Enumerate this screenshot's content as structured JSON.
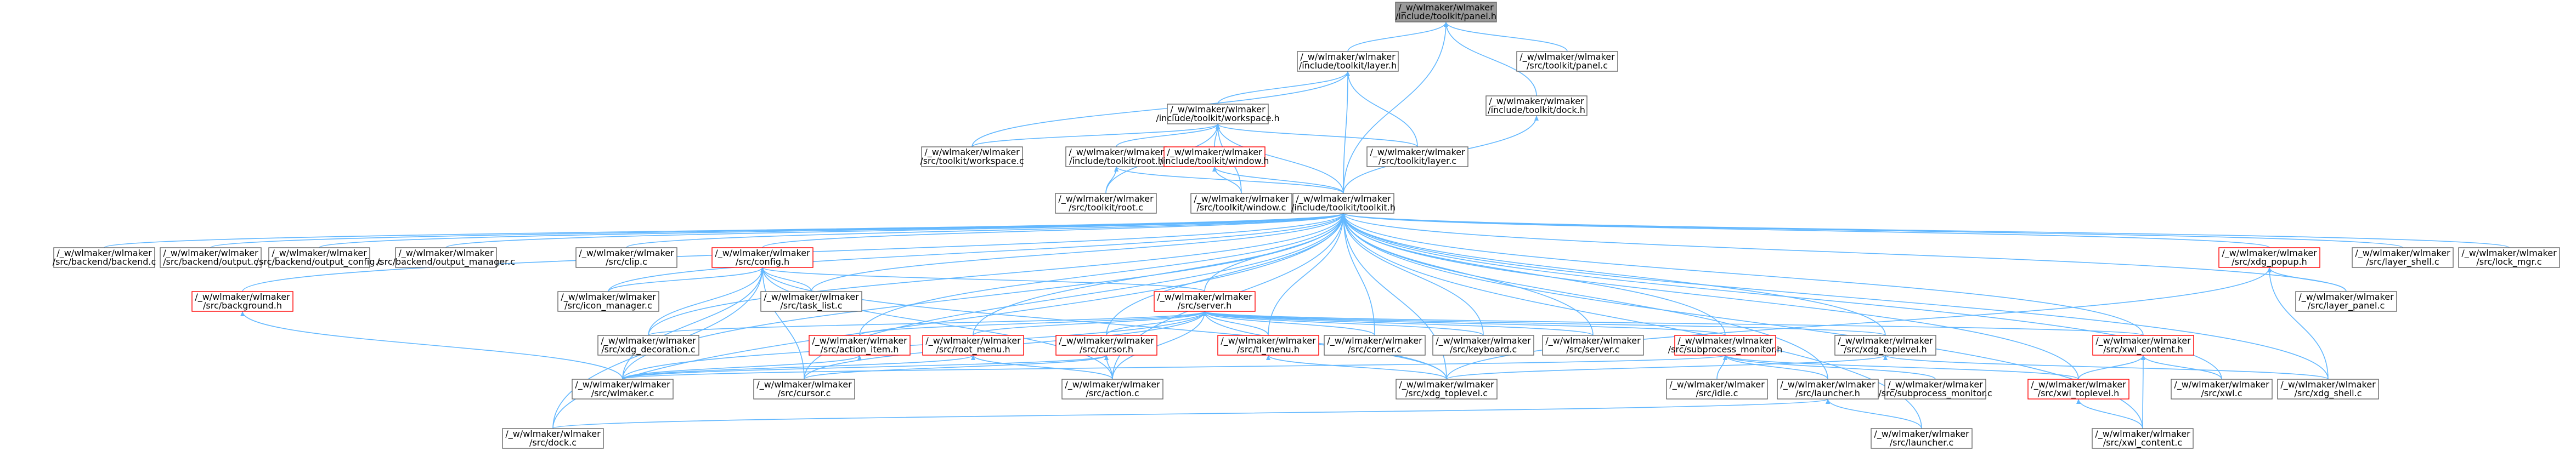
{
  "colors": {
    "edge": "#63b8ff",
    "box_border_default": "#666666",
    "box_border_red": "#ff0000",
    "box_fill": "#ffffff",
    "root_fill": "#999999",
    "text": "#000000"
  },
  "nodes": [
    {
      "id": "panel_h",
      "lines": [
        "/_w/wlmaker/wlmaker",
        "/include/toolkit/panel.h"
      ],
      "style": "root"
    },
    {
      "id": "panel_c",
      "lines": [
        "/_w/wlmaker/wlmaker",
        "/src/toolkit/panel.c"
      ],
      "style": "normal"
    },
    {
      "id": "layer_h",
      "lines": [
        "/_w/wlmaker/wlmaker",
        "/include/toolkit/layer.h"
      ],
      "style": "normal"
    },
    {
      "id": "workspace_h",
      "lines": [
        "/_w/wlmaker/wlmaker",
        "/include/toolkit/workspace.h"
      ],
      "style": "normal"
    },
    {
      "id": "dock_h",
      "lines": [
        "/_w/wlmaker/wlmaker",
        "/include/toolkit/dock.h"
      ],
      "style": "normal"
    },
    {
      "id": "workspace_c",
      "lines": [
        "/_w/wlmaker/wlmaker",
        "/src/toolkit/workspace.c"
      ],
      "style": "normal"
    },
    {
      "id": "root_h",
      "lines": [
        "/_w/wlmaker/wlmaker",
        "/include/toolkit/root.h"
      ],
      "style": "normal"
    },
    {
      "id": "window_h",
      "lines": [
        "/_w/wlmaker/wlmaker",
        "/include/toolkit/window.h"
      ],
      "style": "red"
    },
    {
      "id": "layer_c",
      "lines": [
        "/_w/wlmaker/wlmaker",
        "/src/toolkit/layer.c"
      ],
      "style": "normal"
    },
    {
      "id": "root_c",
      "lines": [
        "/_w/wlmaker/wlmaker",
        "/src/toolkit/root.c"
      ],
      "style": "normal"
    },
    {
      "id": "window_c",
      "lines": [
        "/_w/wlmaker/wlmaker",
        "/src/toolkit/window.c"
      ],
      "style": "normal"
    },
    {
      "id": "toolkit_h",
      "lines": [
        "/_w/wlmaker/wlmaker",
        "/include/toolkit/toolkit.h"
      ],
      "style": "normal"
    },
    {
      "id": "backend_c",
      "lines": [
        "/_w/wlmaker/wlmaker",
        "/src/backend/backend.c"
      ],
      "style": "normal"
    },
    {
      "id": "output_c",
      "lines": [
        "/_w/wlmaker/wlmaker",
        "/src/backend/output.c"
      ],
      "style": "normal"
    },
    {
      "id": "output_config_c",
      "lines": [
        "/_w/wlmaker/wlmaker",
        "/src/backend/output_config.c"
      ],
      "style": "normal"
    },
    {
      "id": "output_manager_c",
      "lines": [
        "/_w/wlmaker/wlmaker",
        "/src/backend/output_manager.c"
      ],
      "style": "normal"
    },
    {
      "id": "clip_c",
      "lines": [
        "/_w/wlmaker/wlmaker",
        "/src/clip.c"
      ],
      "style": "normal"
    },
    {
      "id": "config_h",
      "lines": [
        "/_w/wlmaker/wlmaker",
        "/src/config.h"
      ],
      "style": "red"
    },
    {
      "id": "background_h",
      "lines": [
        "/_w/wlmaker/wlmaker",
        "/src/background.h"
      ],
      "style": "red"
    },
    {
      "id": "icon_manager_c",
      "lines": [
        "/_w/wlmaker/wlmaker",
        "/src/icon_manager.c"
      ],
      "style": "normal"
    },
    {
      "id": "task_list_c",
      "lines": [
        "/_w/wlmaker/wlmaker",
        "/src/task_list.c"
      ],
      "style": "normal"
    },
    {
      "id": "server_h",
      "lines": [
        "/_w/wlmaker/wlmaker",
        "/src/server.h"
      ],
      "style": "red"
    },
    {
      "id": "xdg_popup_h",
      "lines": [
        "/_w/wlmaker/wlmaker",
        "/src/xdg_popup.h"
      ],
      "style": "red"
    },
    {
      "id": "layer_shell_c",
      "lines": [
        "/_w/wlmaker/wlmaker",
        "/src/layer_shell.c"
      ],
      "style": "normal"
    },
    {
      "id": "lock_mgr_c",
      "lines": [
        "/_w/wlmaker/wlmaker",
        "/src/lock_mgr.c"
      ],
      "style": "normal"
    },
    {
      "id": "layer_panel_c",
      "lines": [
        "/_w/wlmaker/wlmaker",
        "/src/layer_panel.c"
      ],
      "style": "normal"
    },
    {
      "id": "xdg_decoration_c",
      "lines": [
        "/_w/wlmaker/wlmaker",
        "/src/xdg_decoration.c"
      ],
      "style": "normal"
    },
    {
      "id": "action_item_h",
      "lines": [
        "/_w/wlmaker/wlmaker",
        "/src/action_item.h"
      ],
      "style": "red"
    },
    {
      "id": "root_menu_h",
      "lines": [
        "/_w/wlmaker/wlmaker",
        "/src/root_menu.h"
      ],
      "style": "red"
    },
    {
      "id": "cursor_h",
      "lines": [
        "/_w/wlmaker/wlmaker",
        "/src/cursor.h"
      ],
      "style": "red"
    },
    {
      "id": "tl_menu_h",
      "lines": [
        "/_w/wlmaker/wlmaker",
        "/src/tl_menu.h"
      ],
      "style": "red"
    },
    {
      "id": "corner_c",
      "lines": [
        "/_w/wlmaker/wlmaker",
        "/src/corner.c"
      ],
      "style": "normal"
    },
    {
      "id": "keyboard_c",
      "lines": [
        "/_w/wlmaker/wlmaker",
        "/src/keyboard.c"
      ],
      "style": "normal"
    },
    {
      "id": "server_c",
      "lines": [
        "/_w/wlmaker/wlmaker",
        "/src/server.c"
      ],
      "style": "normal"
    },
    {
      "id": "subprocess_monitor_h",
      "lines": [
        "/_w/wlmaker/wlmaker",
        "/src/subprocess_monitor.h"
      ],
      "style": "red"
    },
    {
      "id": "xdg_toplevel_h",
      "lines": [
        "/_w/wlmaker/wlmaker",
        "/src/xdg_toplevel.h"
      ],
      "style": "normal"
    },
    {
      "id": "xwl_content_h",
      "lines": [
        "/_w/wlmaker/wlmaker",
        "/src/xwl_content.h"
      ],
      "style": "red"
    },
    {
      "id": "wlmaker_c",
      "lines": [
        "/_w/wlmaker/wlmaker",
        "/src/wlmaker.c"
      ],
      "style": "normal"
    },
    {
      "id": "cursor_c",
      "lines": [
        "/_w/wlmaker/wlmaker",
        "/src/cursor.c"
      ],
      "style": "normal"
    },
    {
      "id": "action_c",
      "lines": [
        "/_w/wlmaker/wlmaker",
        "/src/action.c"
      ],
      "style": "normal"
    },
    {
      "id": "xdg_toplevel_c",
      "lines": [
        "/_w/wlmaker/wlmaker",
        "/src/xdg_toplevel.c"
      ],
      "style": "normal"
    },
    {
      "id": "idle_c",
      "lines": [
        "/_w/wlmaker/wlmaker",
        "/src/idle.c"
      ],
      "style": "normal"
    },
    {
      "id": "launcher_h",
      "lines": [
        "/_w/wlmaker/wlmaker",
        "/src/launcher.h"
      ],
      "style": "normal"
    },
    {
      "id": "subprocess_monitor_c",
      "lines": [
        "/_w/wlmaker/wlmaker",
        "/src/subprocess_monitor.c"
      ],
      "style": "normal"
    },
    {
      "id": "xwl_toplevel_h",
      "lines": [
        "/_w/wlmaker/wlmaker",
        "/src/xwl_toplevel.h"
      ],
      "style": "red"
    },
    {
      "id": "xwl_c",
      "lines": [
        "/_w/wlmaker/wlmaker",
        "/src/xwl.c"
      ],
      "style": "normal"
    },
    {
      "id": "xdg_shell_c",
      "lines": [
        "/_w/wlmaker/wlmaker",
        "/src/xdg_shell.c"
      ],
      "style": "normal"
    },
    {
      "id": "dock_c",
      "lines": [
        "/_w/wlmaker/wlmaker",
        "/src/dock.c"
      ],
      "style": "normal"
    },
    {
      "id": "launcher_c",
      "lines": [
        "/_w/wlmaker/wlmaker",
        "/src/launcher.c"
      ],
      "style": "normal"
    },
    {
      "id": "xwl_content_c",
      "lines": [
        "/_w/wlmaker/wlmaker",
        "/src/xwl_content.c"
      ],
      "style": "normal"
    }
  ],
  "edges": [
    [
      "layer_h",
      "panel_h"
    ],
    [
      "workspace_h",
      "layer_h"
    ],
    [
      "dock_h",
      "panel_h"
    ],
    [
      "panel_c",
      "panel_h"
    ],
    [
      "toolkit_h",
      "panel_h"
    ],
    [
      "workspace_c",
      "layer_h"
    ],
    [
      "layer_c",
      "layer_h"
    ],
    [
      "toolkit_h",
      "layer_h"
    ],
    [
      "workspace_c",
      "workspace_h"
    ],
    [
      "root_h",
      "workspace_h"
    ],
    [
      "window_h",
      "workspace_h"
    ],
    [
      "layer_c",
      "workspace_h"
    ],
    [
      "toolkit_h",
      "workspace_h"
    ],
    [
      "root_c",
      "workspace_h"
    ],
    [
      "window_c",
      "workspace_h"
    ],
    [
      "toolkit_h",
      "dock_h"
    ],
    [
      "root_c",
      "root_h"
    ],
    [
      "toolkit_h",
      "root_h"
    ],
    [
      "window_c",
      "window_h"
    ],
    [
      "toolkit_h",
      "window_h"
    ],
    [
      "backend_c",
      "toolkit_h"
    ],
    [
      "output_c",
      "toolkit_h"
    ],
    [
      "output_config_c",
      "toolkit_h"
    ],
    [
      "output_manager_c",
      "toolkit_h"
    ],
    [
      "clip_c",
      "toolkit_h"
    ],
    [
      "config_h",
      "toolkit_h"
    ],
    [
      "background_h",
      "toolkit_h"
    ],
    [
      "icon_manager_c",
      "toolkit_h"
    ],
    [
      "task_list_c",
      "toolkit_h"
    ],
    [
      "server_h",
      "toolkit_h"
    ],
    [
      "xdg_popup_h",
      "toolkit_h"
    ],
    [
      "layer_shell_c",
      "toolkit_h"
    ],
    [
      "lock_mgr_c",
      "toolkit_h"
    ],
    [
      "layer_panel_c",
      "toolkit_h"
    ],
    [
      "xdg_decoration_c",
      "toolkit_h"
    ],
    [
      "action_item_h",
      "toolkit_h"
    ],
    [
      "root_menu_h",
      "toolkit_h"
    ],
    [
      "cursor_h",
      "toolkit_h"
    ],
    [
      "tl_menu_h",
      "toolkit_h"
    ],
    [
      "corner_c",
      "toolkit_h"
    ],
    [
      "keyboard_c",
      "toolkit_h"
    ],
    [
      "server_c",
      "toolkit_h"
    ],
    [
      "subprocess_monitor_h",
      "toolkit_h"
    ],
    [
      "xdg_toplevel_h",
      "toolkit_h"
    ],
    [
      "xwl_content_h",
      "toolkit_h"
    ],
    [
      "wlmaker_c",
      "toolkit_h"
    ],
    [
      "cursor_c",
      "toolkit_h"
    ],
    [
      "action_c",
      "toolkit_h"
    ],
    [
      "xdg_toplevel_c",
      "toolkit_h"
    ],
    [
      "launcher_h",
      "toolkit_h"
    ],
    [
      "xwl_toplevel_h",
      "toolkit_h"
    ],
    [
      "xwl_c",
      "toolkit_h"
    ],
    [
      "xdg_shell_c",
      "toolkit_h"
    ],
    [
      "dock_c",
      "toolkit_h"
    ],
    [
      "launcher_c",
      "toolkit_h"
    ],
    [
      "xwl_content_c",
      "toolkit_h"
    ],
    [
      "icon_manager_c",
      "config_h"
    ],
    [
      "task_list_c",
      "config_h"
    ],
    [
      "server_h",
      "config_h"
    ],
    [
      "xdg_decoration_c",
      "config_h"
    ],
    [
      "wlmaker_c",
      "config_h"
    ],
    [
      "cursor_c",
      "config_h"
    ],
    [
      "action_c",
      "config_h"
    ],
    [
      "dock_c",
      "config_h"
    ],
    [
      "xdg_toplevel_c",
      "config_h"
    ],
    [
      "wlmaker_c",
      "background_h"
    ],
    [
      "action_item_h",
      "server_h"
    ],
    [
      "root_menu_h",
      "server_h"
    ],
    [
      "cursor_h",
      "server_h"
    ],
    [
      "tl_menu_h",
      "server_h"
    ],
    [
      "corner_c",
      "server_h"
    ],
    [
      "keyboard_c",
      "server_h"
    ],
    [
      "server_c",
      "server_h"
    ],
    [
      "subprocess_monitor_h",
      "server_h"
    ],
    [
      "xdg_toplevel_h",
      "server_h"
    ],
    [
      "xwl_content_h",
      "server_h"
    ],
    [
      "xdg_decoration_c",
      "server_h"
    ],
    [
      "wlmaker_c",
      "server_h"
    ],
    [
      "cursor_c",
      "server_h"
    ],
    [
      "action_c",
      "server_h"
    ],
    [
      "xdg_toplevel_c",
      "server_h"
    ],
    [
      "xdg_toplevel_c",
      "xdg_popup_h"
    ],
    [
      "xdg_shell_c",
      "xdg_popup_h"
    ],
    [
      "layer_panel_c",
      "xdg_popup_h"
    ],
    [
      "wlmaker_c",
      "action_item_h"
    ],
    [
      "wlmaker_c",
      "root_menu_h"
    ],
    [
      "action_c",
      "root_menu_h"
    ],
    [
      "wlmaker_c",
      "cursor_h"
    ],
    [
      "cursor_c",
      "cursor_h"
    ],
    [
      "action_c",
      "cursor_h"
    ],
    [
      "xdg_toplevel_c",
      "tl_menu_h"
    ],
    [
      "wlmaker_c",
      "subprocess_monitor_h"
    ],
    [
      "idle_c",
      "subprocess_monitor_h"
    ],
    [
      "launcher_h",
      "subprocess_monitor_h"
    ],
    [
      "subprocess_monitor_c",
      "subprocess_monitor_h"
    ],
    [
      "xwl_toplevel_h",
      "subprocess_monitor_h"
    ],
    [
      "xdg_toplevel_c",
      "xdg_toplevel_h"
    ],
    [
      "xdg_shell_c",
      "xdg_toplevel_h"
    ],
    [
      "xwl_toplevel_h",
      "xwl_content_h"
    ],
    [
      "xwl_c",
      "xwl_content_h"
    ],
    [
      "xwl_content_c",
      "xwl_content_h"
    ],
    [
      "dock_c",
      "launcher_h"
    ],
    [
      "launcher_c",
      "launcher_h"
    ],
    [
      "xwl_content_c",
      "xwl_toplevel_h"
    ]
  ]
}
